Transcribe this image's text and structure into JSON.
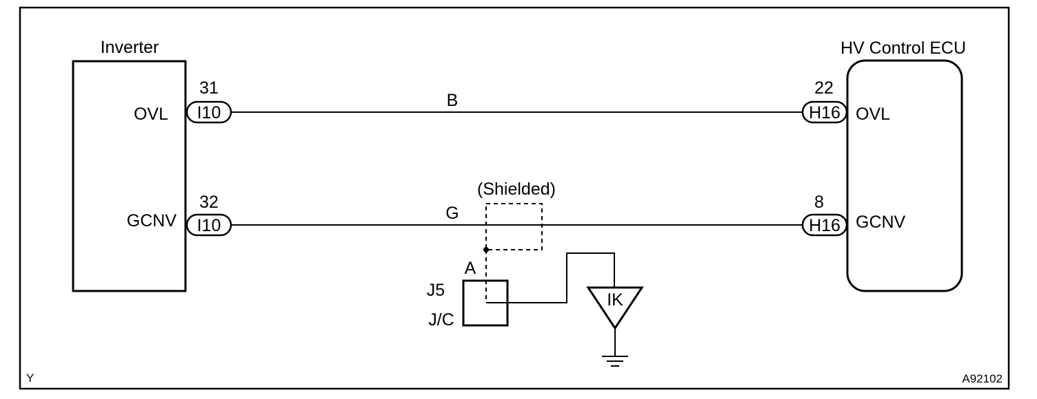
{
  "inverter": {
    "title": "Inverter",
    "terminals": [
      {
        "name": "OVL",
        "pin": "31",
        "connector": "I10"
      },
      {
        "name": "GCNV",
        "pin": "32",
        "connector": "I10"
      }
    ]
  },
  "ecu": {
    "title": "HV Control ECU",
    "terminals": [
      {
        "name": "OVL",
        "pin": "22",
        "connector": "H16"
      },
      {
        "name": "GCNV",
        "pin": "8",
        "connector": "H16"
      }
    ]
  },
  "wires": [
    {
      "color": "B"
    },
    {
      "color": "G"
    }
  ],
  "shield_label": "(Shielded)",
  "junction": {
    "pin": "A",
    "id": "J5",
    "type": "J/C"
  },
  "ground_point": "IK",
  "corner_left": "Y",
  "figure_id": "A92102"
}
